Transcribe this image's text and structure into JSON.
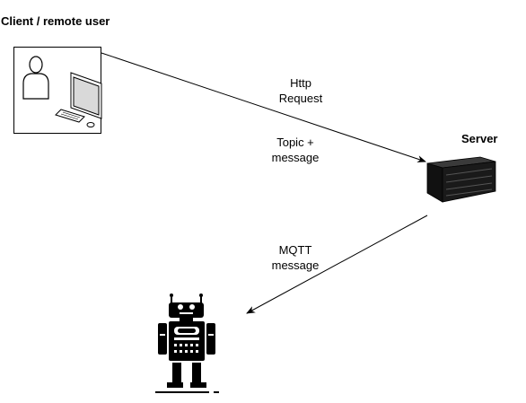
{
  "client": {
    "title": "Client / remote user"
  },
  "server": {
    "title": "Server"
  },
  "edges": {
    "http": {
      "line1": "Http",
      "line2": "Request",
      "line3": "Topic +",
      "line4": "message"
    },
    "mqtt": {
      "line1": "MQTT",
      "line2": "message"
    }
  },
  "icons": {
    "user": "user-icon",
    "computer": "computer-icon",
    "server": "server-icon",
    "robot": "robot-icon"
  },
  "colors": {
    "stroke": "#000000",
    "server_body": "#1a1a1a"
  }
}
